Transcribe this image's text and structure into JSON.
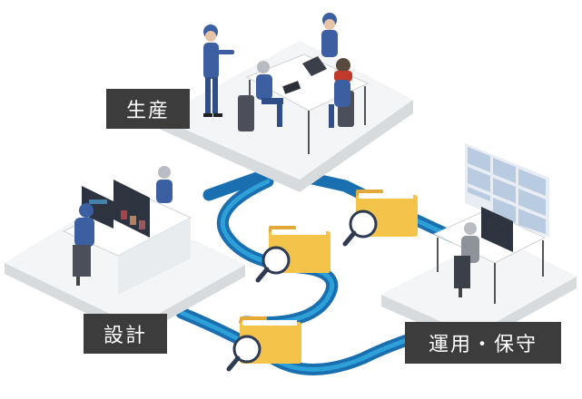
{
  "labels": {
    "production": "生産",
    "design": "設計",
    "operations": "運用・保守"
  },
  "colors": {
    "pipe_dark": "#1a6fb0",
    "pipe_light": "#2ea0d8",
    "platform": "#f4f5f6",
    "platform_edge": "#d8dbde",
    "label_bg": "#3c3c3c",
    "worker_blue": "#3b5fa0",
    "worker_dark": "#2f3b52",
    "folder": "#f3c34a",
    "folder_back": "#e2a93a",
    "screen_grid": "#b9cbe0",
    "accent_red": "#c0392b"
  },
  "icons": [
    "folder-search-icon",
    "folder-search-icon",
    "folder-search-icon"
  ]
}
